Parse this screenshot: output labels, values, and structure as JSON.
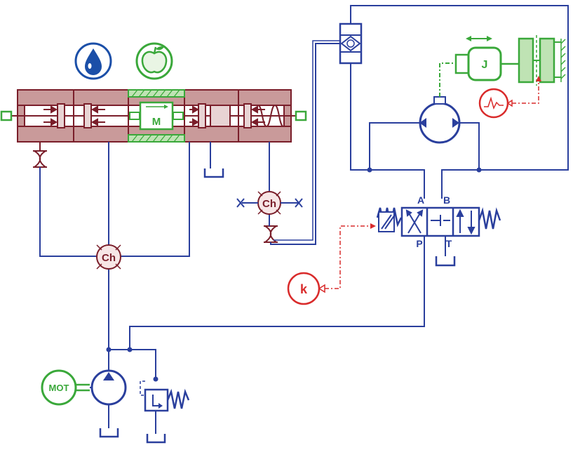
{
  "colors": {
    "hydraulic": "#2a3f9d",
    "mechanical": "#7a1e2a",
    "actuator_fill": "#c99a9a",
    "green": "#3aa83a",
    "signal": "#d92b2b",
    "water_icon": "#1b4fa8",
    "apple_icon": "#3aa83a"
  },
  "icons": {
    "water": "water-drop-icon",
    "apple": "apple-icon"
  },
  "labels": {
    "mass_block": "M",
    "chamber_right": "Ch",
    "chamber_main": "Ch",
    "motor": "MOT",
    "inertia": "J",
    "gain": "k",
    "port_a": "A",
    "port_b": "B",
    "port_p": "P",
    "port_t": "T"
  }
}
